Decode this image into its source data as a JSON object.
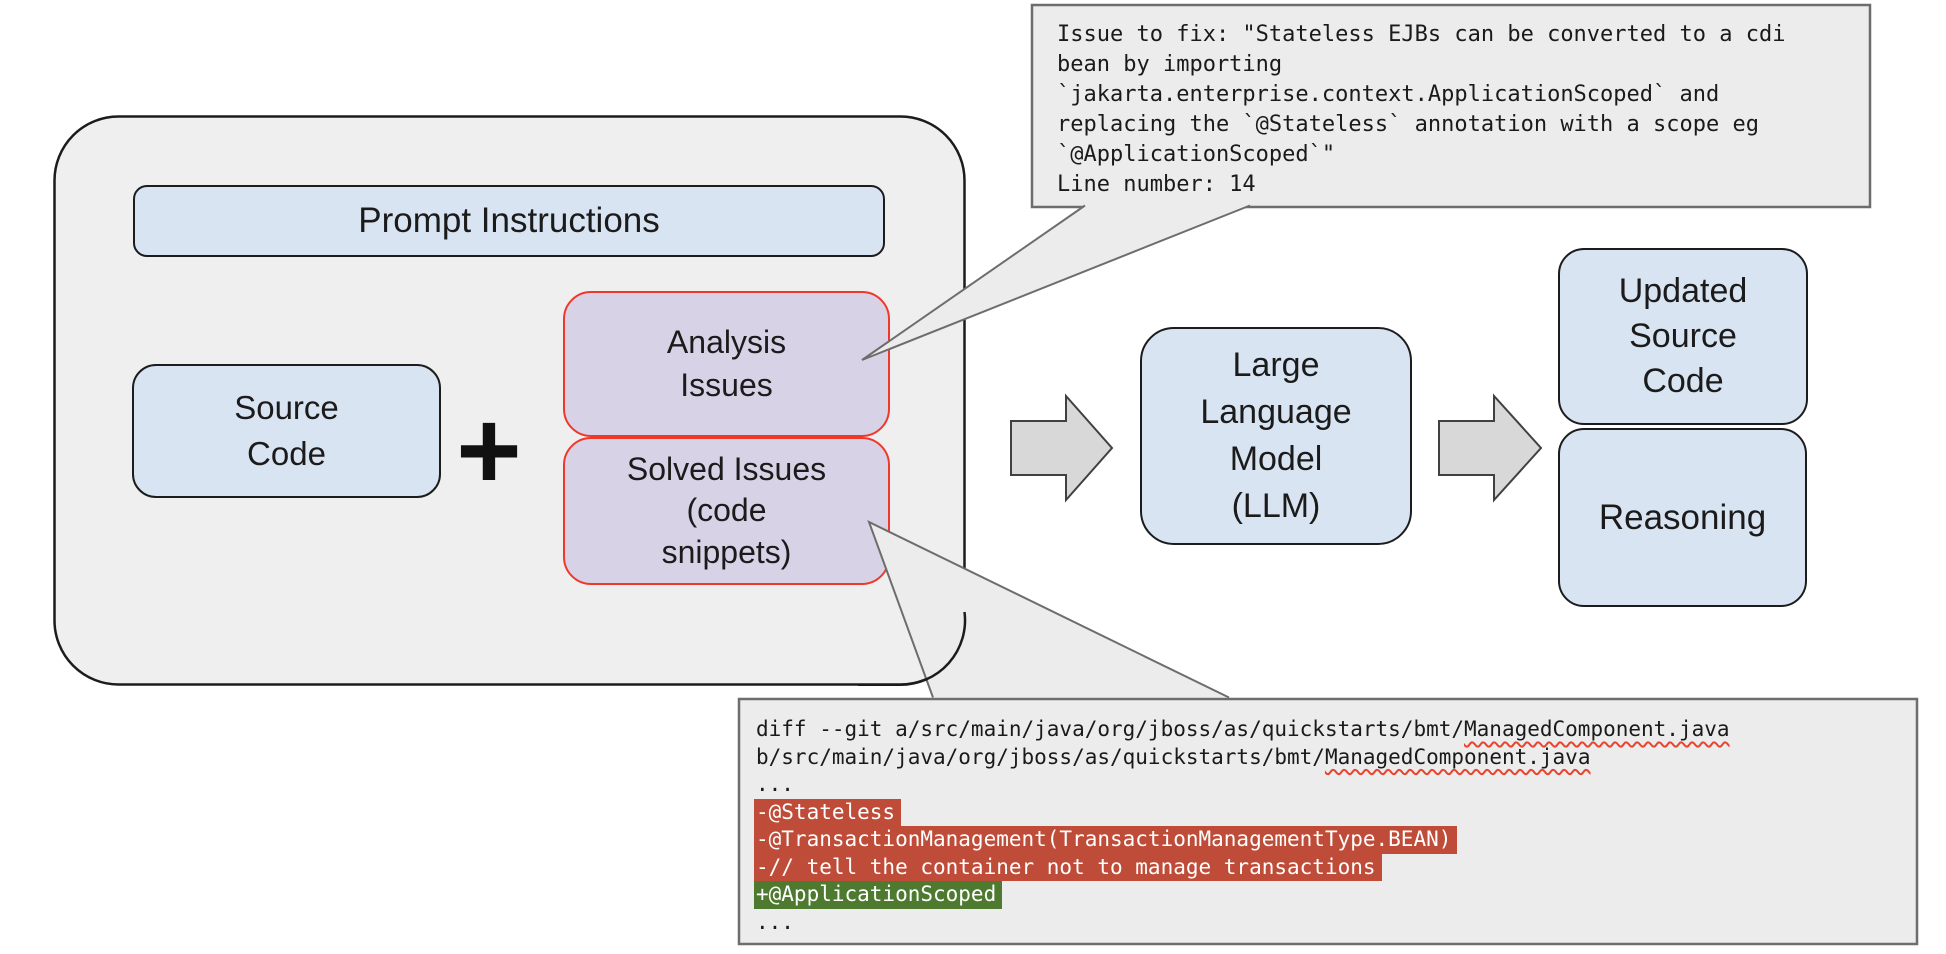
{
  "diagram": {
    "prompt_instructions": "Prompt Instructions",
    "source_code": "Source\nCode",
    "plus_sign": "+",
    "analysis_issues": "Analysis\nIssues",
    "solved_issues": "Solved Issues\n(code\nsnippets)",
    "llm": "Large\nLanguage\nModel\n(LLM)",
    "updated_source_code": "Updated\nSource\nCode",
    "reasoning": "Reasoning"
  },
  "top_callout": {
    "lines": [
      "Issue to fix: \"Stateless EJBs can be converted to a cdi",
      "bean by importing",
      "`jakarta.enterprise.context.ApplicationScoped` and",
      "replacing the `@Stateless` annotation with a scope eg",
      "`@ApplicationScoped`\"",
      "Line number: 14"
    ]
  },
  "bottom_callout": {
    "lines": [
      {
        "text": "diff --git a/src/main/java/org/jboss/as/quickstarts/bmt/ManagedComponent.java",
        "style": "plain",
        "squiggle": "ManagedComponent.java"
      },
      {
        "text": "b/src/main/java/org/jboss/as/quickstarts/bmt/ManagedComponent.java",
        "style": "plain",
        "squiggle": "ManagedComponent.java"
      },
      {
        "text": "...",
        "style": "plain"
      },
      {
        "text": "-@Stateless",
        "style": "del"
      },
      {
        "text": "-@TransactionManagement(TransactionManagementType.BEAN)",
        "style": "del"
      },
      {
        "text": "-// tell the container not to manage transactions",
        "style": "del"
      },
      {
        "text": "+@ApplicationScoped",
        "style": "add"
      },
      {
        "text": "...",
        "style": "plain"
      }
    ]
  },
  "colors": {
    "container_fill": "#efefef",
    "container_stroke": "#1c1c1c",
    "node_blue_fill": "#d9e4f2",
    "node_purple_fill": "#d8d2e7",
    "node_red_stroke": "#f0382a",
    "callout_fill": "#ececec",
    "callout_stroke": "#6d6d6d",
    "arrow_fill": "#d8d8d8",
    "arrow_stroke": "#404040",
    "diff_del_bg": "#bf4c38",
    "diff_add_bg": "#4d7a2e"
  }
}
